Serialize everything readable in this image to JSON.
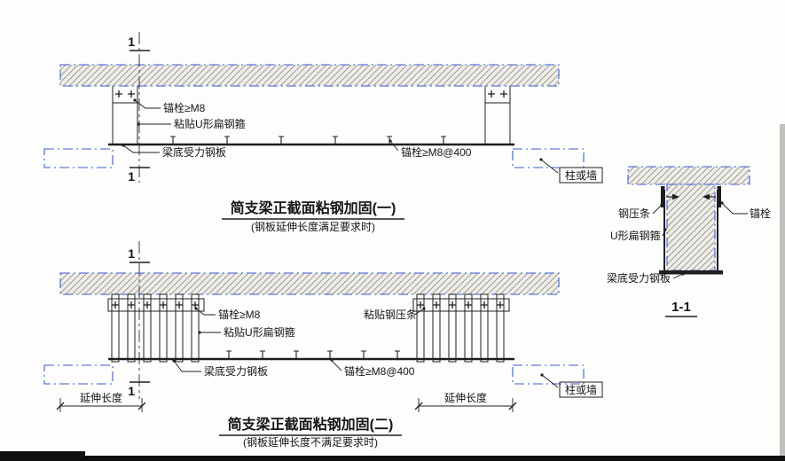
{
  "colors": {
    "line_black": "#1e1e1e",
    "existing_structure_blue": "#3a5bd9",
    "paper": "#fdfdfb"
  },
  "figure1": {
    "title": "简支梁正截面粘钢加固(一)",
    "subtitle": "(钢板延伸长度满足要求时)",
    "section_mark": "1",
    "labels": {
      "anchor_m8": "锚栓≥M8",
      "u_hoop": "粘贴U形扁钢箍",
      "bottom_plate": "梁底受力钢板",
      "anchor_m8_400": "锚栓≥M8@400",
      "column_wall": "柱或墙"
    }
  },
  "figure2": {
    "title": "简支梁正截面粘钢加固(二)",
    "subtitle": "(钢板延伸长度不满足要求时)",
    "section_mark": "1",
    "labels": {
      "anchor_m8": "锚栓≥M8",
      "u_hoop": "粘贴U形扁钢箍",
      "bottom_plate": "梁底受力钢板",
      "anchor_m8_400": "锚栓≥M8@400",
      "steel_batten": "粘贴钢压条",
      "column_wall": "柱或墙",
      "extension_length_left": "延伸长度",
      "extension_length_right": "延伸长度"
    }
  },
  "section_1_1": {
    "title": "1-1",
    "labels": {
      "steel_batten": "钢压条",
      "u_hoop": "U形扁钢箍",
      "bottom_plate": "梁底受力钢板",
      "anchor": "锚栓"
    }
  }
}
